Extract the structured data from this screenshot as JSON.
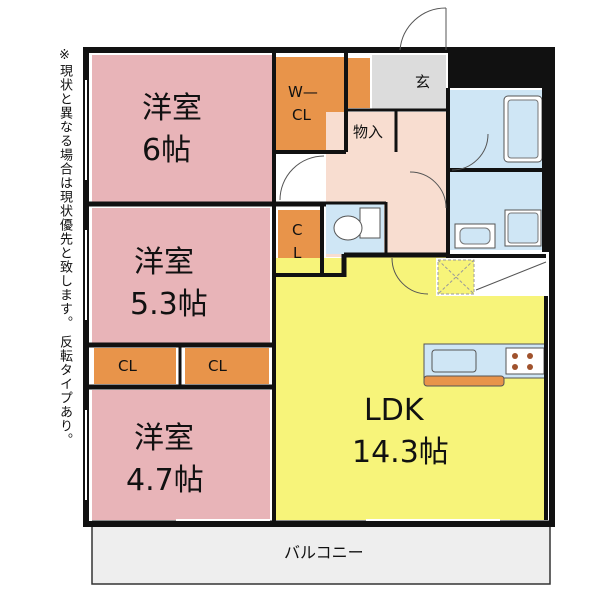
{
  "note": "※現状と異なる場合は現状優先と致します。 反転タイプあり。",
  "rooms": {
    "western1": {
      "type": "洋室",
      "size": "6帖"
    },
    "western2": {
      "type": "洋室",
      "size": "5.3帖"
    },
    "western3": {
      "type": "洋室",
      "size": "4.7帖"
    },
    "ldk": {
      "type": "LDK",
      "size": "14.3帖"
    },
    "wcl_1": "W—",
    "wcl_2": "CL",
    "storage": "物入",
    "entrance": "玄",
    "cl_vertical_1": "C",
    "cl_vertical_2": "L",
    "cl_left": "CL",
    "cl_right": "CL",
    "balcony": "バルコニー"
  },
  "colors": {
    "western_room": "#e8b4b8",
    "ldk": "#f7f47a",
    "closet": "#e8944a",
    "hall": "#f8ddd0",
    "wet_area": "#cfe6f5",
    "entrance": "#dcdcdc",
    "balcony": "#eeeeee",
    "wall": "#111111"
  }
}
